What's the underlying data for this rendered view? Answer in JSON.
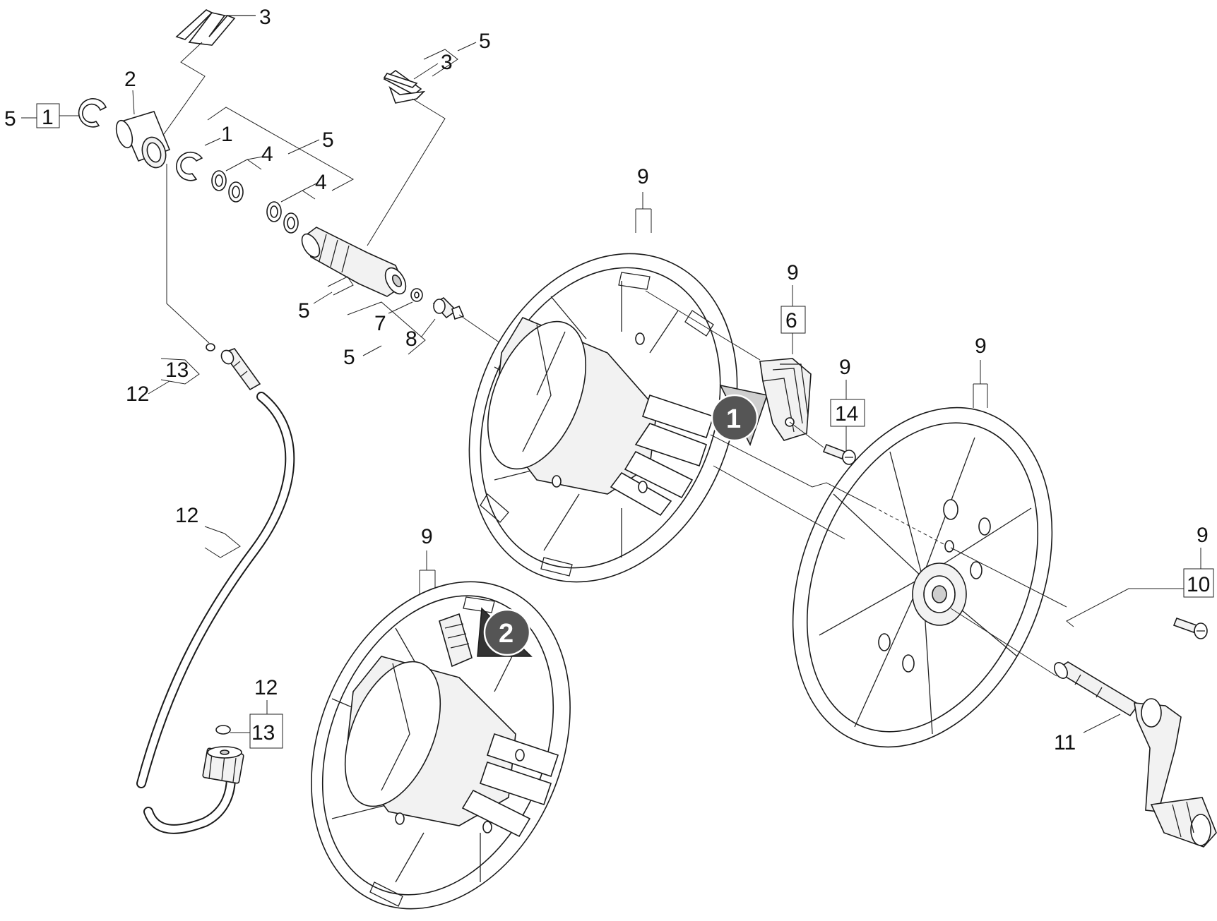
{
  "labels": {
    "p3_top": "3",
    "p5_left": "5",
    "p1_left": "1",
    "p2": "2",
    "p1_mid": "1",
    "p5_mid": "5",
    "p4_a": "4",
    "p4_b": "4",
    "p5_clip": "5",
    "p3_clip": "3",
    "p5_valve": "5",
    "p7": "7",
    "p8": "8",
    "p5_low": "5",
    "p13_top": "13",
    "p12_top": "12",
    "p12_hose": "12",
    "p12_bottom": "12",
    "p13_bottom": "13",
    "p9_drum_top": "9",
    "p9_cover": "9",
    "p6": "6",
    "p9_screw": "9",
    "p14": "14",
    "p9_disc": "9",
    "p9_right": "9",
    "p10": "10",
    "p11": "11",
    "p9_drum_low": "9"
  },
  "steps": {
    "step1": "1",
    "step2": "2"
  },
  "colors": {
    "line": "#1a1a1a",
    "step_badge": "#555555",
    "background": "#ffffff"
  }
}
